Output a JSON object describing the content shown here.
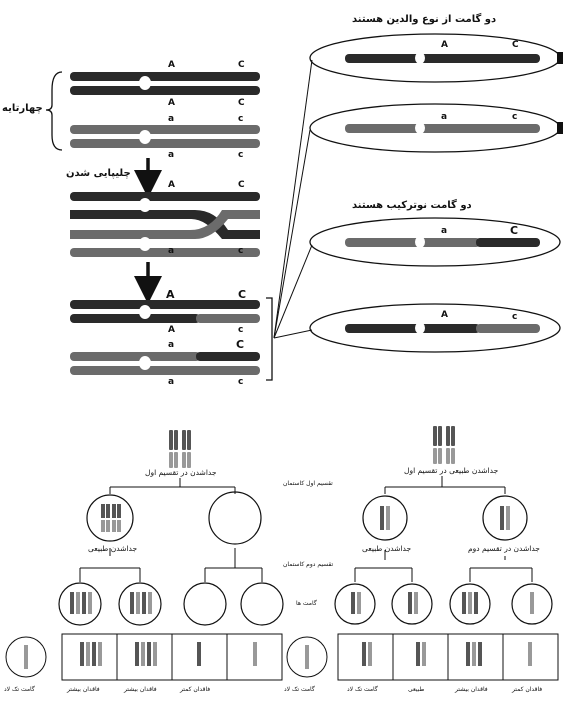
{
  "top": {
    "tetrad_label": "چهارتایه",
    "crossing_label": "چلیپایی شدن",
    "parental_label": "دو گامت از نوع والدین هستند",
    "recombinant_label": "دو گامت نوترکیب هستند",
    "allele_A": "A",
    "allele_a": "a",
    "allele_C": "C",
    "allele_c": "c"
  },
  "bottom": {
    "meiosis1_label": "تقسیم اول کاستمان",
    "meiosis2_label": "تقسیم دوم کاستمان",
    "gametes_label": "گامت ها",
    "left_top_caption": "جداشدن در تقسیم اول",
    "left_normal_caption": "جداشدن طبیعی",
    "right_top_caption": "جداشدن طبیعی در تقسیم اول",
    "right_normal_caption": "جداشدن طبیعی",
    "right_nondisj_caption": "جداشدن در تقسیم دوم",
    "gamete_more": "فاقدان بیشتر",
    "gamete_less": "فاقدان کمتر",
    "gamete_single": "گامت تک لاد",
    "gamete_normal": "طبیعی"
  }
}
